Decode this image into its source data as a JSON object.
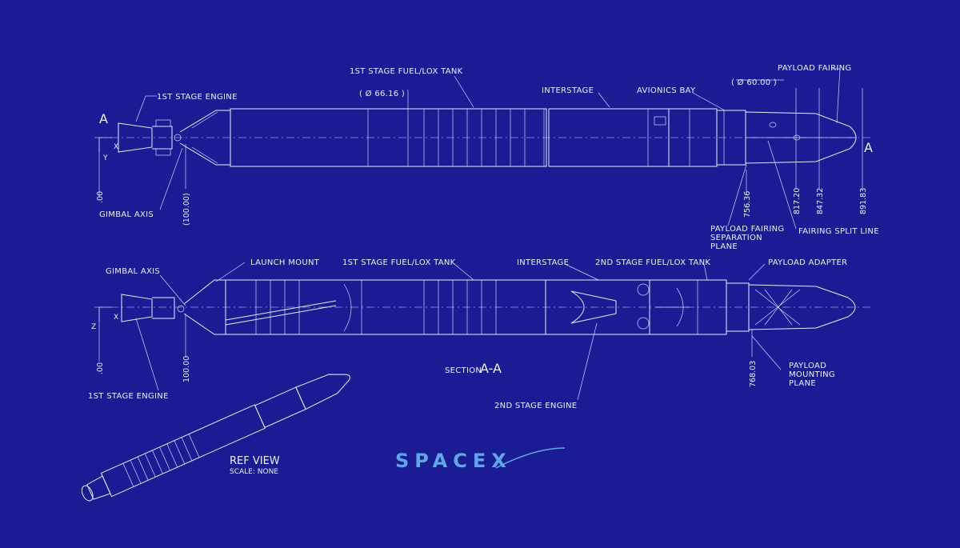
{
  "top_view": {
    "section_marker_left": "A",
    "section_marker_right": "A",
    "axis_x": "X",
    "axis_y": "Y",
    "labels": {
      "first_stage_engine": "1ST STAGE ENGINE",
      "first_stage_tank": "1ST STAGE FUEL/LOX TANK",
      "interstage": "INTERSTAGE",
      "avionics_bay": "AVIONICS BAY",
      "payload_fairing": "PAYLOAD FAIRING",
      "gimbal_axis": "GIMBAL AXIS",
      "fairing_split_line": "FAIRING SPLIT LINE",
      "fairing_sep_1": "PAYLOAD FAIRING",
      "fairing_sep_2": "SEPARATION",
      "fairing_sep_3": "PLANE"
    },
    "diameter_tank": "( Ø 66.16 )",
    "diameter_fairing": "( Ø 60.00 )",
    "dims": {
      "origin": ".00",
      "gimbal": "(100.00)",
      "d756": "756.36",
      "d817": "817.20",
      "d847": "847.32",
      "d891": "891.83"
    }
  },
  "section_view": {
    "axis_x": "X",
    "axis_z": "Z",
    "labels": {
      "gimbal_axis": "GIMBAL AXIS",
      "launch_mount": "LAUNCH MOUNT",
      "first_stage_tank": "1ST STAGE FUEL/LOX TANK",
      "interstage": "INTERSTAGE",
      "second_stage_tank": "2ND STAGE FUEL/LOX TANK",
      "payload_adapter": "PAYLOAD ADAPTER",
      "first_stage_engine": "1ST STAGE ENGINE",
      "second_stage_engine": "2ND STAGE ENGINE",
      "mounting_1": "PAYLOAD",
      "mounting_2": "MOUNTING",
      "mounting_3": "PLANE"
    },
    "title": "SECTION",
    "title_marker": "A-A",
    "dims": {
      "origin": ".00",
      "gimbal": "100.00",
      "d768": "768.03"
    }
  },
  "ref_view": {
    "title": "REF VIEW",
    "scale": "SCALE: NONE"
  },
  "logo": "SPACEX",
  "colors": {
    "background": "#1b1b94",
    "line": "#e8ecff",
    "logo": "#5fa8e6"
  }
}
